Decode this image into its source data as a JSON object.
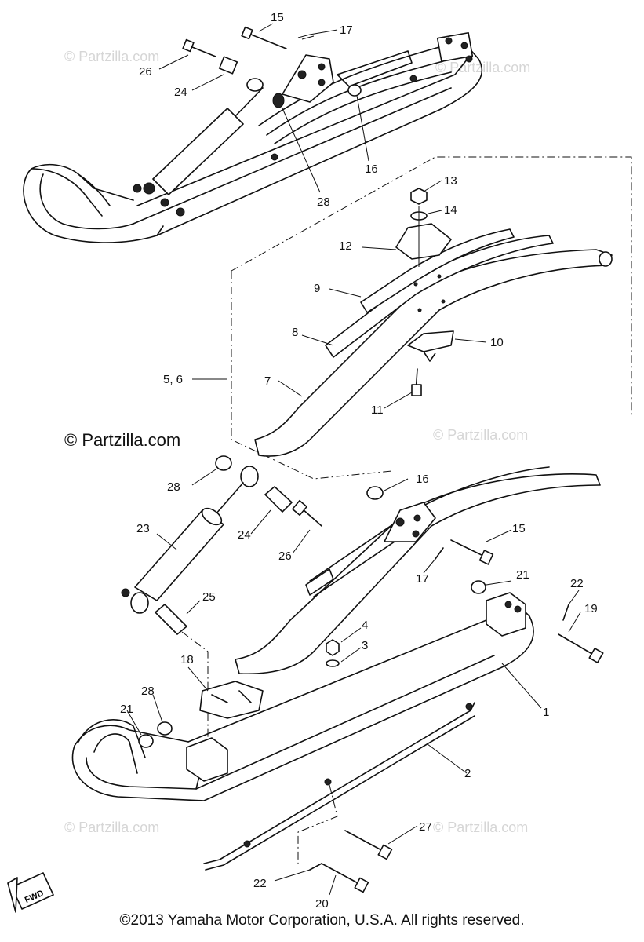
{
  "watermarks": {
    "faint": "© Partzilla.com",
    "main": "© Partzilla.com"
  },
  "callouts": {
    "c15_top": "15",
    "c17_top": "17",
    "c26_top": "26",
    "c24_top": "24",
    "c16_top": "16",
    "c28_top": "28",
    "c13": "13",
    "c14": "14",
    "c12": "12",
    "c9": "9",
    "c8": "8",
    "c10": "10",
    "c5_6": "5, 6",
    "c7": "7",
    "c11": "11",
    "c28_mid": "28",
    "c16_mid": "16",
    "c15_mid": "15",
    "c23": "23",
    "c24_mid": "24",
    "c26_mid": "26",
    "c17_mid": "17",
    "c21_right": "21",
    "c22_right": "22",
    "c19": "19",
    "c25": "25",
    "c4": "4",
    "c3": "3",
    "c18": "18",
    "c1": "1",
    "c28_low": "28",
    "c21_low": "21",
    "c2": "2",
    "c27": "27",
    "c22_low": "22",
    "c20": "20"
  },
  "fwd_label": "FWD",
  "copyright": "©2013  Yamaha Motor Corporation, U.S.A. All rights reserved."
}
